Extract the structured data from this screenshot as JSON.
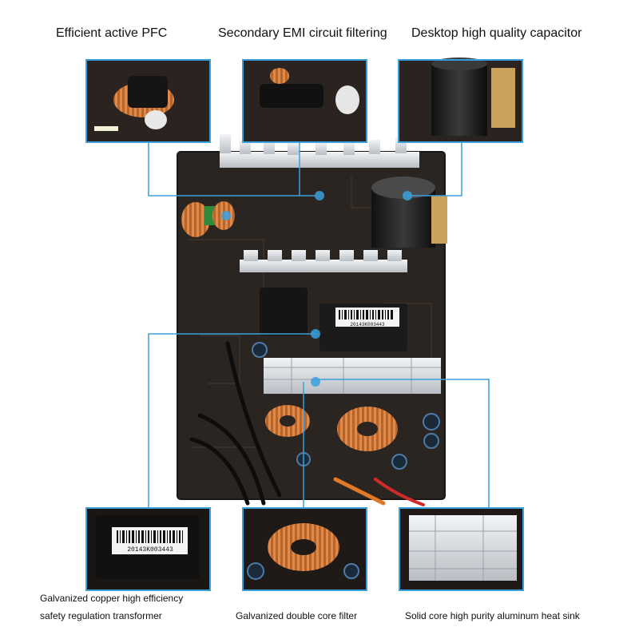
{
  "labels": {
    "pfc": "Efficient active PFC",
    "emi": "Secondary EMI circuit filtering",
    "capacitor": "Desktop high quality capacitor",
    "transformer_line1": "Galvanized copper high efficiency",
    "transformer_line2": "safety regulation transformer",
    "filter": "Galvanized double core filter",
    "heatsink": "Solid core high purity aluminum heat sink"
  },
  "barcode": "20143K003443",
  "colors": {
    "callout": "#3aa0dc",
    "board": "#2a2420",
    "heatsink": "#d9dde2",
    "copper": "#c8733a"
  }
}
